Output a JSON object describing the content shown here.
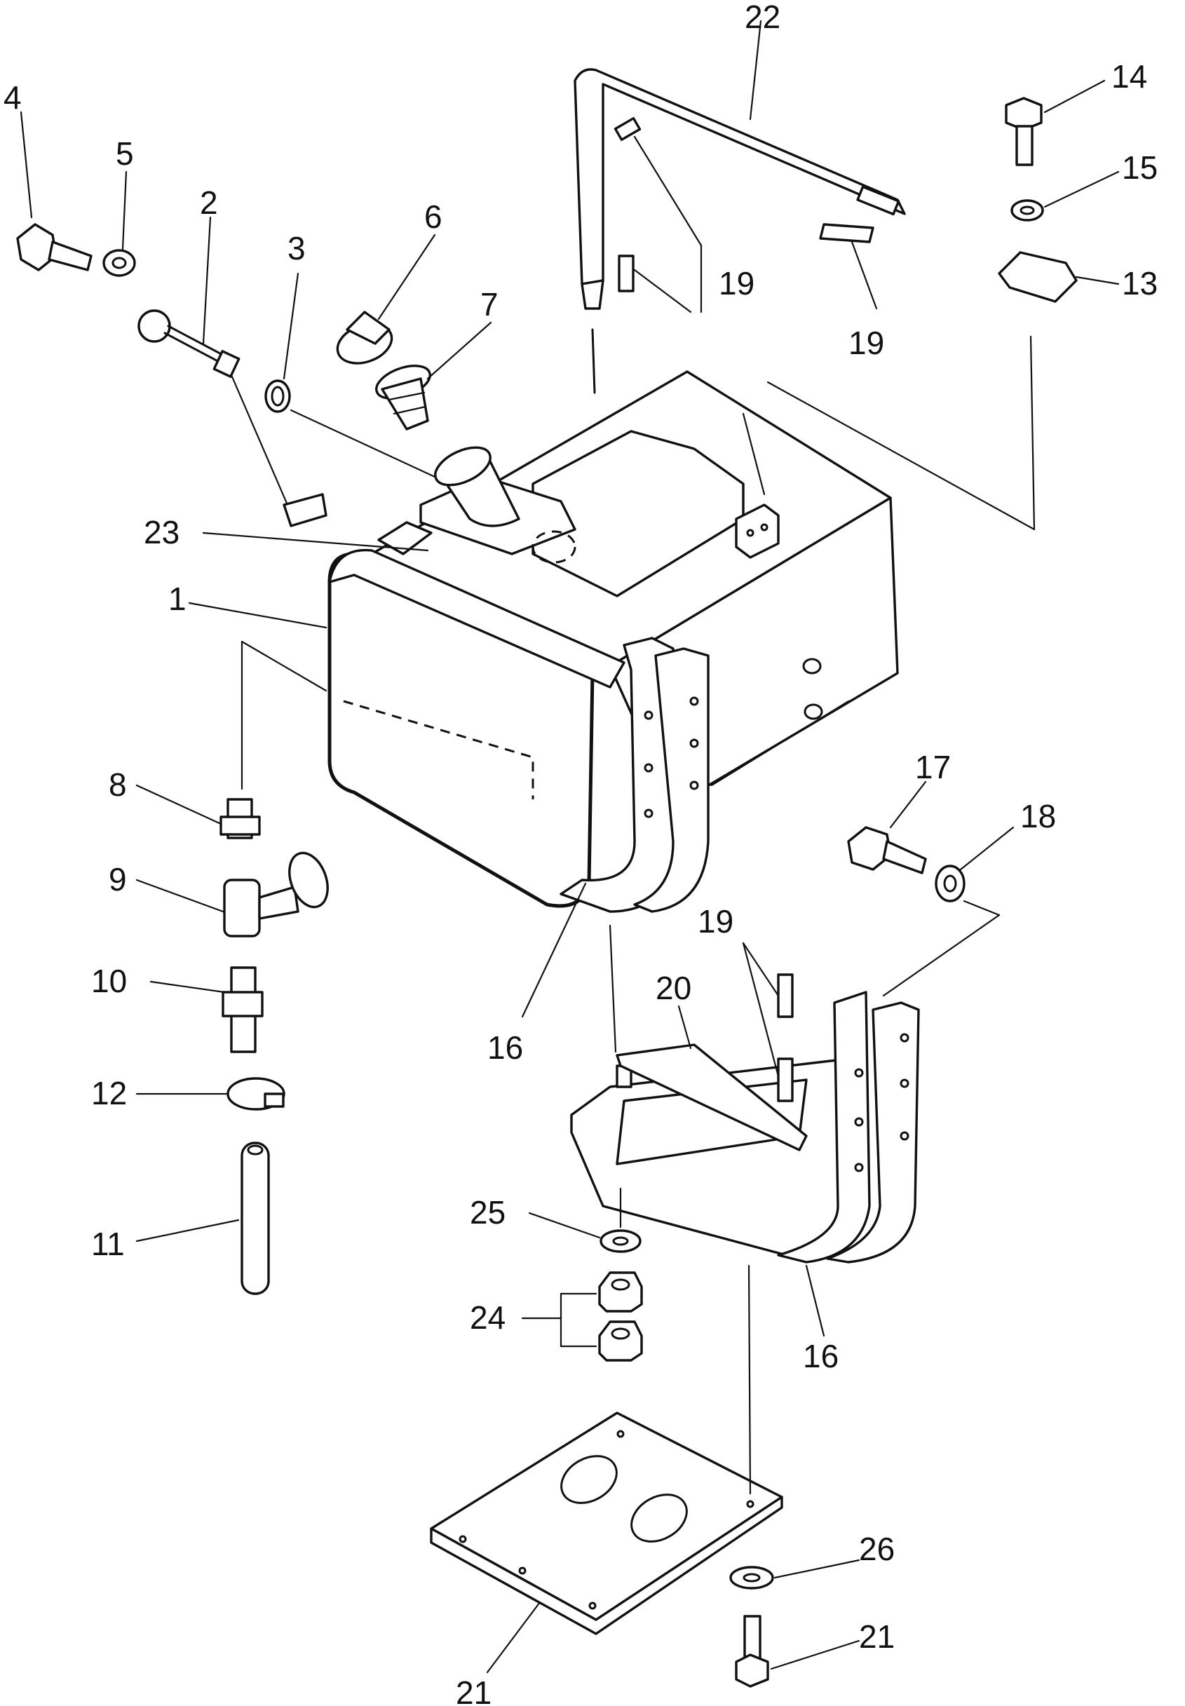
{
  "colors": {
    "line": "#111111",
    "background": "#ffffff"
  },
  "callouts": [
    {
      "id": "p1",
      "label": "1"
    },
    {
      "id": "p2",
      "label": "2"
    },
    {
      "id": "p3",
      "label": "3"
    },
    {
      "id": "p4",
      "label": "4"
    },
    {
      "id": "p5",
      "label": "5"
    },
    {
      "id": "p6",
      "label": "6"
    },
    {
      "id": "p7",
      "label": "7"
    },
    {
      "id": "p8",
      "label": "8"
    },
    {
      "id": "p9",
      "label": "9"
    },
    {
      "id": "p10",
      "label": "10"
    },
    {
      "id": "p11",
      "label": "11"
    },
    {
      "id": "p12",
      "label": "12"
    },
    {
      "id": "p13",
      "label": "13"
    },
    {
      "id": "p14",
      "label": "14"
    },
    {
      "id": "p15",
      "label": "15"
    },
    {
      "id": "p16a",
      "label": "16"
    },
    {
      "id": "p16b",
      "label": "16"
    },
    {
      "id": "p17",
      "label": "17"
    },
    {
      "id": "p18",
      "label": "18"
    },
    {
      "id": "p19a",
      "label": "19"
    },
    {
      "id": "p19b",
      "label": "19"
    },
    {
      "id": "p19c",
      "label": "19"
    },
    {
      "id": "p20",
      "label": "20"
    },
    {
      "id": "p21a",
      "label": "21"
    },
    {
      "id": "p21b",
      "label": "21"
    },
    {
      "id": "p22",
      "label": "22"
    },
    {
      "id": "p23",
      "label": "23"
    },
    {
      "id": "p24",
      "label": "24"
    },
    {
      "id": "p25",
      "label": "25"
    },
    {
      "id": "p26",
      "label": "26"
    }
  ]
}
